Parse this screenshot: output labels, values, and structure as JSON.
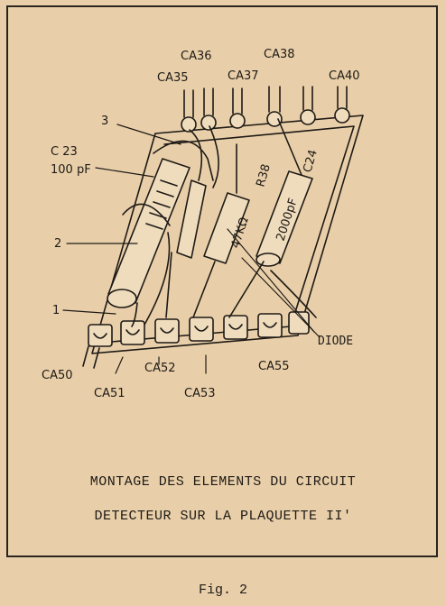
{
  "labels": {
    "ca35": "CA35",
    "ca36": "CA36",
    "ca37": "CA37",
    "ca38": "CA38",
    "ca40": "CA40",
    "ca50": "CA50",
    "ca51": "CA51",
    "ca52": "CA52",
    "ca53": "CA53",
    "ca55": "CA55",
    "c23_name": "C 23",
    "c23_value": "100 pF",
    "r38": "R38",
    "c24": "C24",
    "r_value": "47KΩ",
    "c_value": "2000pF",
    "diode": "DIODE",
    "num1": "1",
    "num2": "2",
    "num3": "3"
  },
  "caption": {
    "line1": "MONTAGE DES ELEMENTS DU CIRCUIT",
    "line2": "DETECTEUR SUR LA PLAQUETTE  II'"
  },
  "figure": "Fig. 2"
}
